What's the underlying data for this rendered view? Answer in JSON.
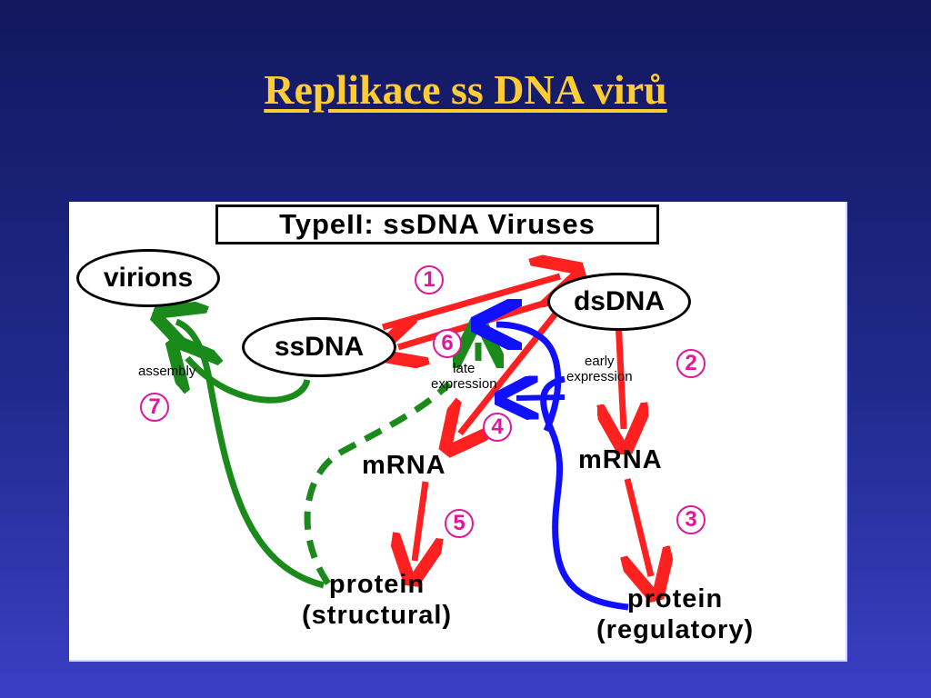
{
  "slide": {
    "title": "Replikace ss DNA virů"
  },
  "diagram": {
    "title": "TypeII: ssDNA Viruses",
    "nodes": {
      "virions": "virions",
      "ssdna": "ssDNA",
      "dsdna": "dsDNA",
      "mrna_late": "mRNA",
      "mrna_early": "mRNA",
      "protein_structural": "protein\n(structural)",
      "protein_regulatory": "protein\n(regulatory)"
    },
    "labels": {
      "assembly": "assembly",
      "late_expression": "late\nexpression",
      "early_expression": "early\nexpression"
    },
    "steps": [
      "1",
      "2",
      "3",
      "4",
      "5",
      "6",
      "7"
    ],
    "colors": {
      "background": "#1f2a8c",
      "title": "#ffcc33",
      "red_arrow": "#ff2020",
      "green_arrow": "#1a8a1a",
      "blue_arrow": "#1010ff",
      "step_marker": "#e0179a"
    }
  }
}
